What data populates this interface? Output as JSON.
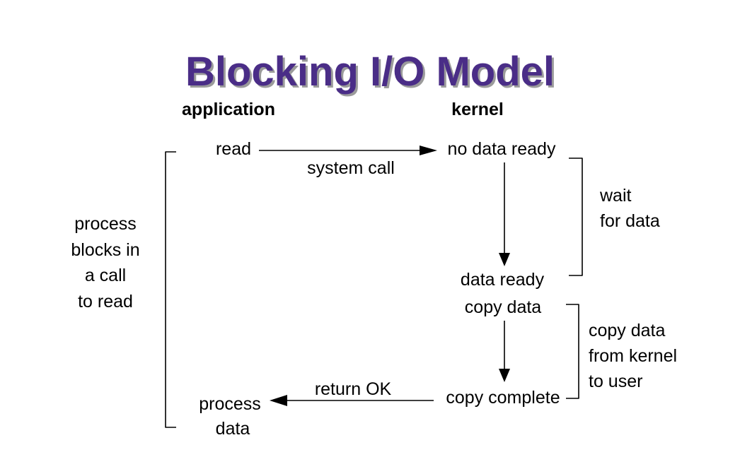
{
  "slide": {
    "title": "Blocking I/O Model",
    "colors": {
      "title": "#4A2D87",
      "title_shadow": "#9B9B9B",
      "line": "#000000",
      "text": "#000000",
      "background": "#FFFFFF"
    },
    "columns": {
      "application": "application",
      "kernel": "kernel"
    },
    "steps": {
      "read": "read",
      "no_data_ready": "no data ready",
      "data_ready": "data ready",
      "copy_data": "copy data",
      "copy_complete": "copy complete",
      "process_data_line1": "process",
      "process_data_line2": "data"
    },
    "arrow_labels": {
      "system_call": "system call",
      "return_ok": "return OK"
    },
    "annotations": {
      "blocking": {
        "line1": "process",
        "line2": "blocks in",
        "line3": "a call",
        "line4": "to read"
      },
      "wait": {
        "line1": "wait",
        "line2": "for data"
      },
      "copy": {
        "line1": "copy data",
        "line2": "from kernel",
        "line3": "to user"
      }
    }
  }
}
